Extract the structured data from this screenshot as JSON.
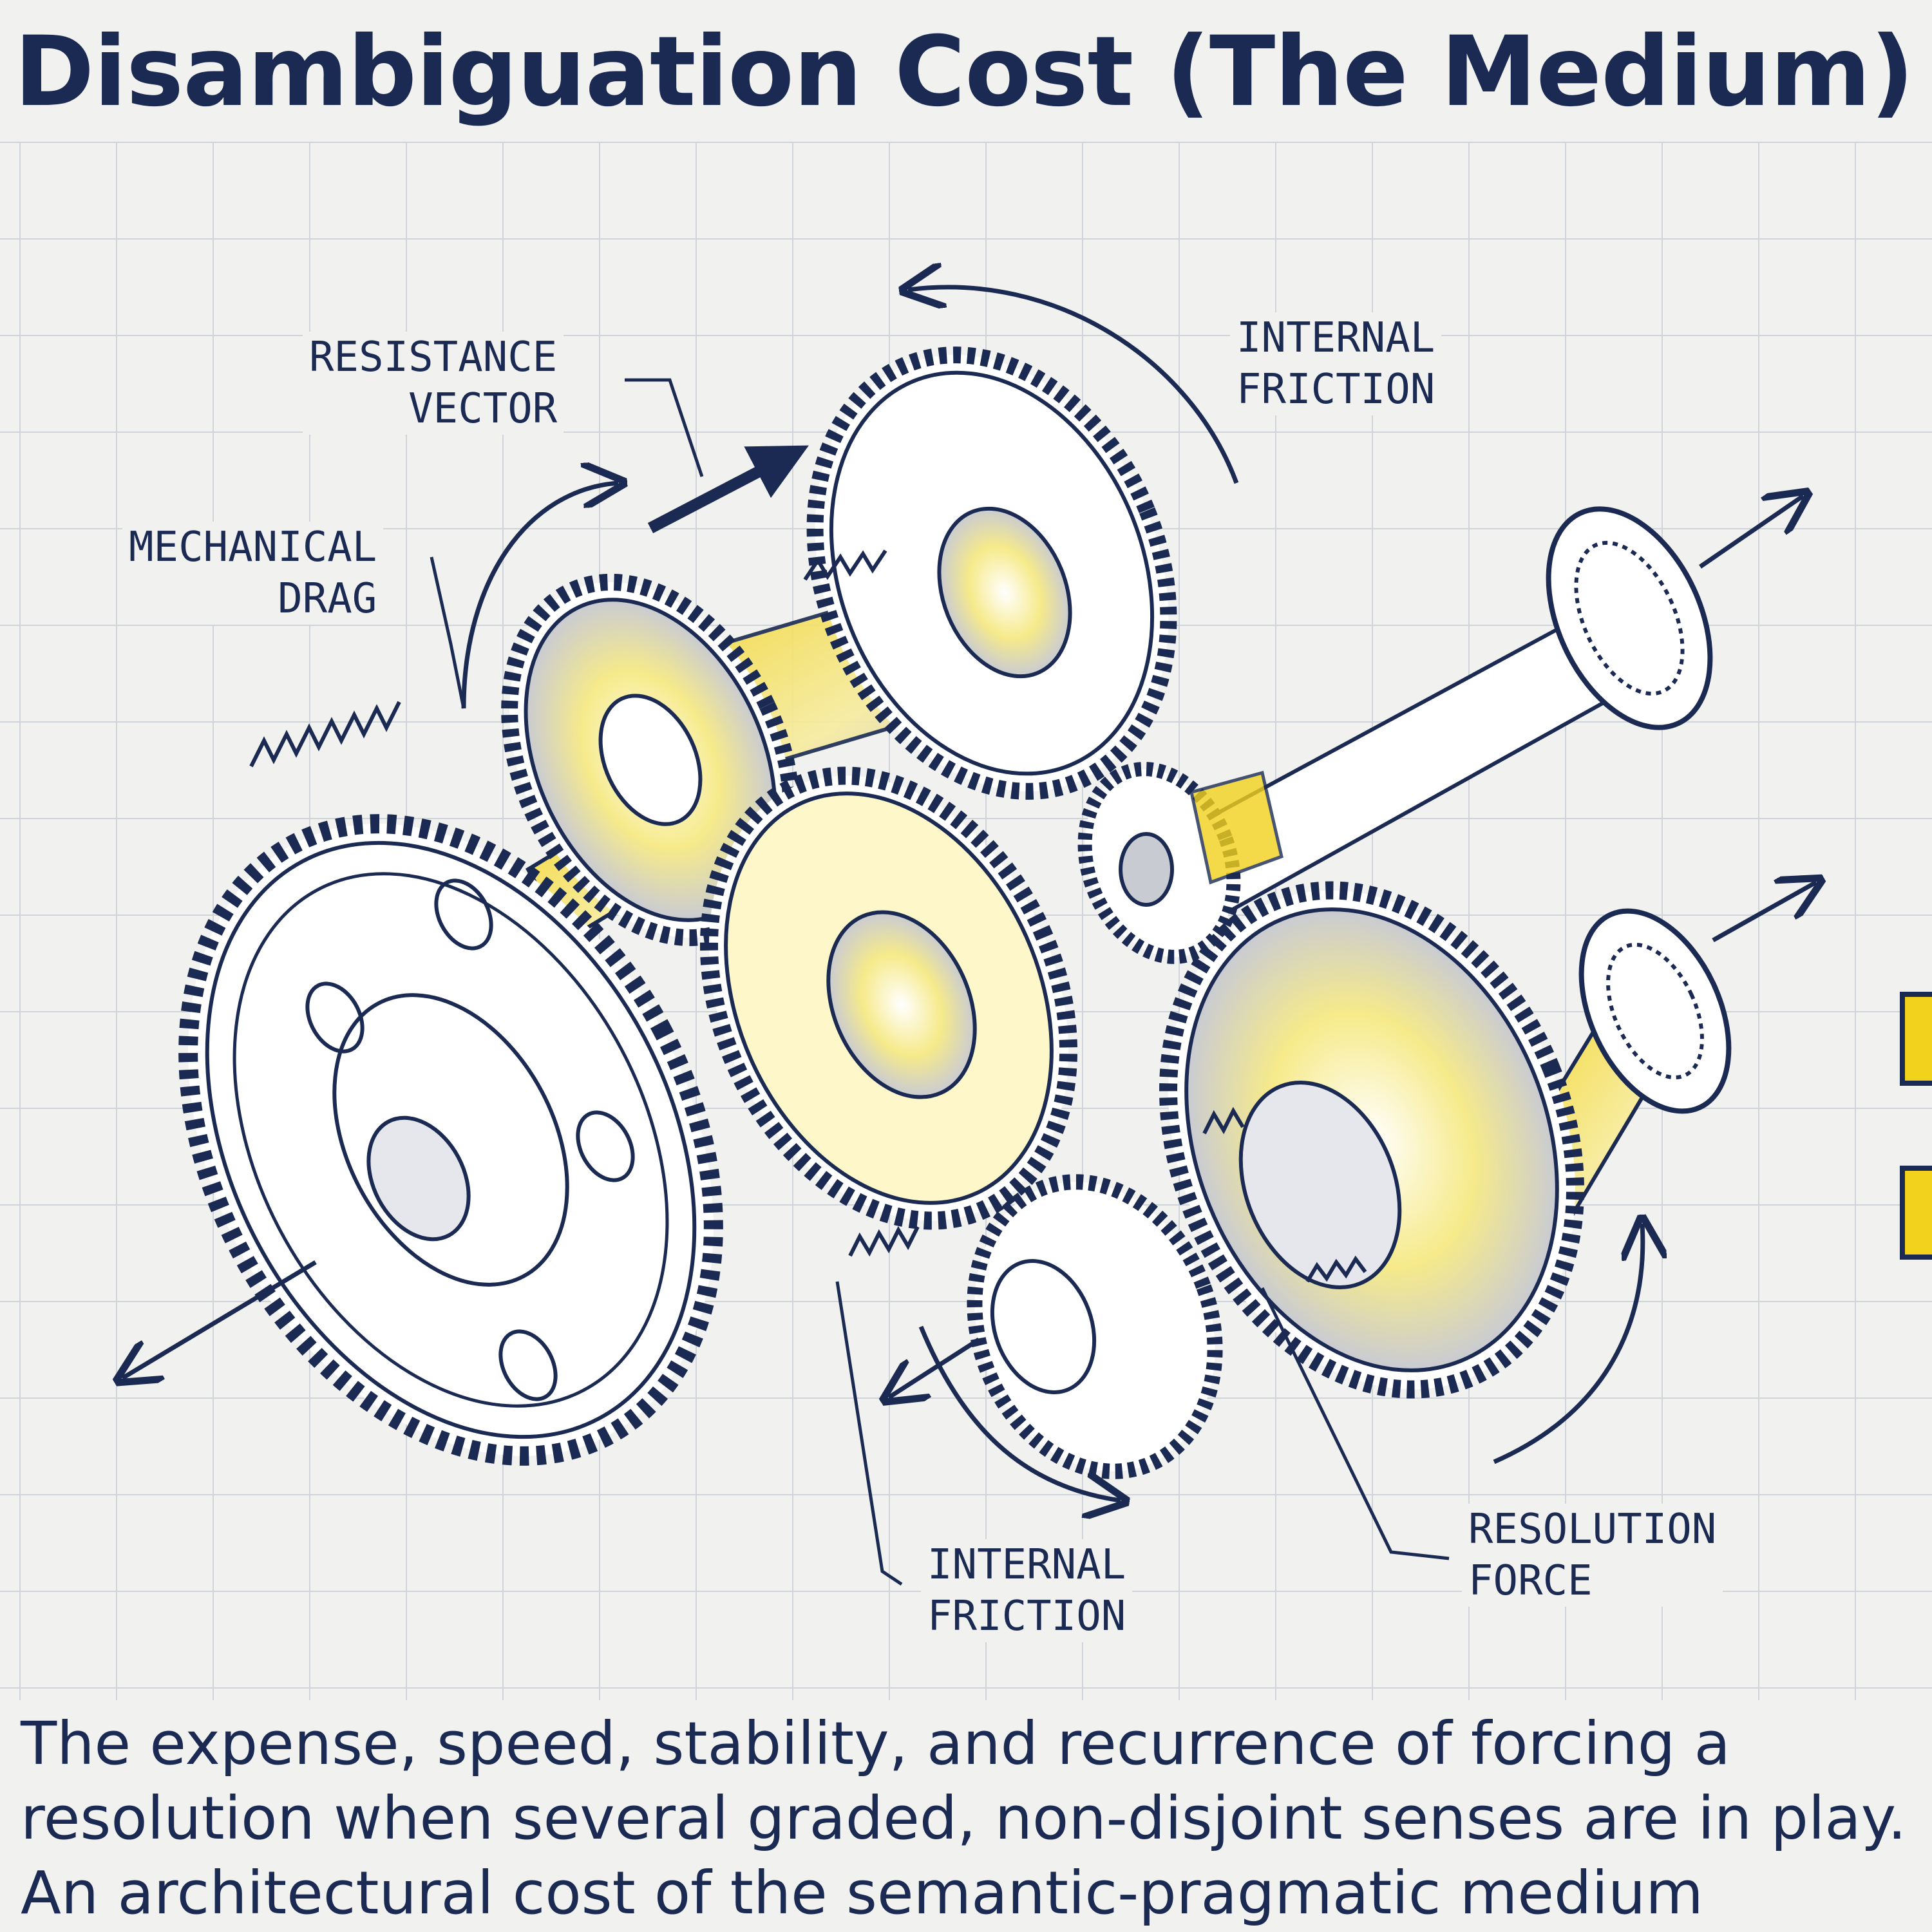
{
  "title": "Disambiguation Cost (The Medium)",
  "labels": {
    "resistance_vector": "RESISTANCE\nVECTOR",
    "internal_friction_top": "INTERNAL\nFRICTION",
    "mechanical_drag": "MECHANICAL\nDRAG",
    "internal_friction_bottom": "INTERNAL\nFRICTION",
    "resolution_force": "RESOLUTION\nFORCE"
  },
  "description": "The expense, speed, stability, and recurrence of forcing a resolution when several graded, non-disjoint senses are in play. An architectural cost of the semantic-pragmatic medium",
  "colors": {
    "ink": "#1b2a52",
    "highlight": "#f2d21c",
    "paper": "#f1f2ef",
    "grid": "#cfd3da"
  },
  "icons": [
    "gear-icon",
    "shaft-icon",
    "bearing-icon",
    "arrow-icon",
    "friction-zigzag-icon"
  ]
}
